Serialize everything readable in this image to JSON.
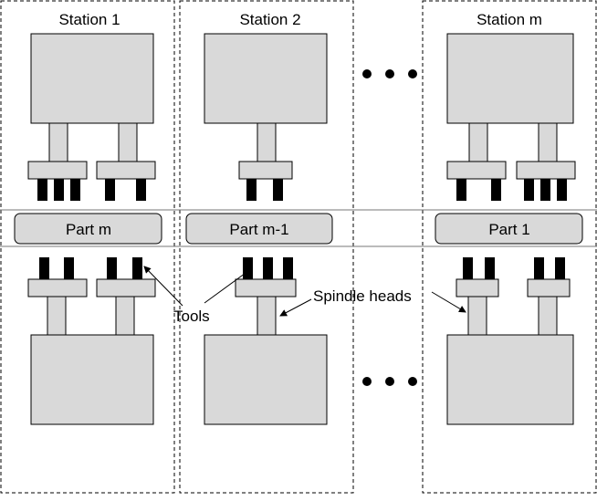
{
  "stations": [
    {
      "id": "s1",
      "label": "Station 1"
    },
    {
      "id": "s2",
      "label": "Station 2"
    },
    {
      "id": "sm",
      "label": "Station m"
    }
  ],
  "parts": [
    {
      "id": "pm",
      "label": "Part m"
    },
    {
      "id": "pm1",
      "label": "Part m-1"
    },
    {
      "id": "p1",
      "label": "Part 1"
    }
  ],
  "annotations": {
    "tools": "Tools",
    "spindle_heads": "Spindle heads"
  },
  "colors": {
    "machine_fill": "#d9d9d9",
    "tool_fill": "#000000",
    "line": "#000000"
  }
}
